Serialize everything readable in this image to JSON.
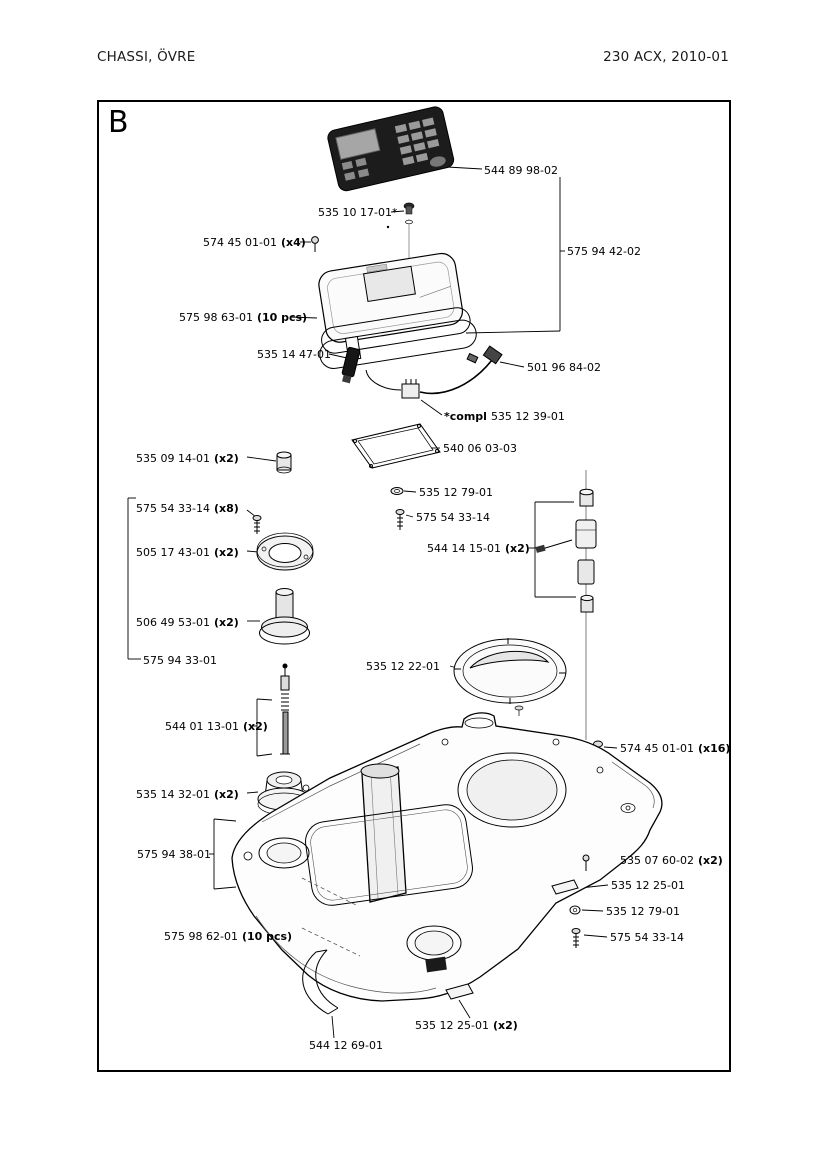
{
  "page": {
    "header_left": "CHASSI, ÖVRE",
    "header_right": "230 ACX, 2010-01"
  },
  "diagram": {
    "section_label": "B",
    "type": "exploded-parts-view",
    "subject": "upper chassis assembly of robotic mower"
  },
  "labels": [
    {
      "pre": "",
      "num": "544 89 98-02",
      "qty": ""
    },
    {
      "pre": "",
      "num": "535 10 17-01*",
      "qty": ""
    },
    {
      "pre": "",
      "num": "574 45 01-01",
      "qty": "(x4)"
    },
    {
      "pre": "",
      "num": "575 94 42-02",
      "qty": ""
    },
    {
      "pre": "",
      "num": "575 98 63-01",
      "qty": "(10 pcs)"
    },
    {
      "pre": "",
      "num": "535 14 47-01",
      "qty": ""
    },
    {
      "pre": "",
      "num": "501 96 84-02",
      "qty": ""
    },
    {
      "pre": "*compl",
      "num": "535 12 39-01",
      "qty": ""
    },
    {
      "pre": "",
      "num": "540 06 03-03",
      "qty": ""
    },
    {
      "pre": "",
      "num": "535 09 14-01",
      "qty": "(x2)"
    },
    {
      "pre": "",
      "num": "535 12 79-01",
      "qty": ""
    },
    {
      "pre": "",
      "num": "575 54 33-14",
      "qty": "(x8)"
    },
    {
      "pre": "",
      "num": "575 54 33-14",
      "qty": ""
    },
    {
      "pre": "",
      "num": "505 17 43-01",
      "qty": "(x2)"
    },
    {
      "pre": "",
      "num": "544 14 15-01",
      "qty": "(x2)"
    },
    {
      "pre": "",
      "num": "506 49 53-01",
      "qty": "(x2)"
    },
    {
      "pre": "",
      "num": "575 94 33-01",
      "qty": ""
    },
    {
      "pre": "",
      "num": "535 12 22-01",
      "qty": ""
    },
    {
      "pre": "",
      "num": "544 01 13-01",
      "qty": "(x2)"
    },
    {
      "pre": "",
      "num": "574 45 01-01",
      "qty": "(x16)"
    },
    {
      "pre": "",
      "num": "535 14 32-01",
      "qty": "(x2)"
    },
    {
      "pre": "",
      "num": "575 94 38-01",
      "qty": ""
    },
    {
      "pre": "",
      "num": "535 07 60-02",
      "qty": "(x2)"
    },
    {
      "pre": "",
      "num": "535 12 25-01",
      "qty": ""
    },
    {
      "pre": "",
      "num": "535 12 79-01",
      "qty": ""
    },
    {
      "pre": "",
      "num": "575 54 33-14",
      "qty": ""
    },
    {
      "pre": "",
      "num": "575 98 62-01",
      "qty": "(10 pcs)"
    },
    {
      "pre": "",
      "num": "535 12 25-01",
      "qty": "(x2)"
    },
    {
      "pre": "",
      "num": "544 12 69-01",
      "qty": ""
    }
  ]
}
